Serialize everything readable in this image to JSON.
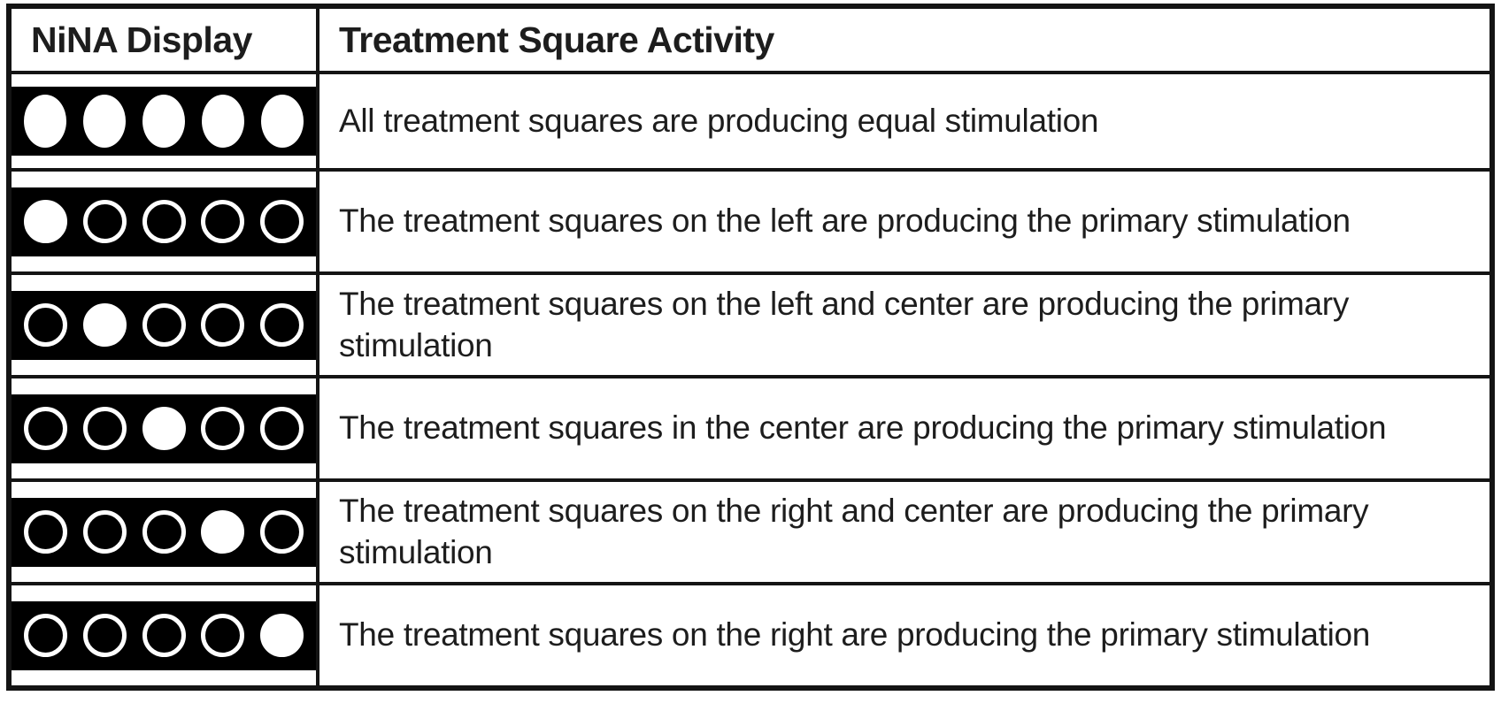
{
  "table": {
    "headers": [
      {
        "label": "NiNA Display"
      },
      {
        "label": "Treatment Square Activity"
      }
    ],
    "rows": [
      {
        "display_circles": [
          "filled",
          "filled",
          "filled",
          "filled",
          "filled"
        ],
        "activity": "All treatment squares are producing equal stimulation"
      },
      {
        "display_circles": [
          "filled",
          "outline",
          "outline",
          "outline",
          "outline"
        ],
        "activity": "The treatment squares on the left are producing the primary stimulation"
      },
      {
        "display_circles": [
          "outline",
          "filled",
          "outline",
          "outline",
          "outline"
        ],
        "activity": "The treatment squares on the left and center are producing the primary stimulation"
      },
      {
        "display_circles": [
          "outline",
          "outline",
          "filled",
          "outline",
          "outline"
        ],
        "activity": "The treatment squares in the center are producing the primary stimulation"
      },
      {
        "display_circles": [
          "outline",
          "outline",
          "outline",
          "filled",
          "outline"
        ],
        "activity": "The treatment squares on the right and center are producing the primary stimulation"
      },
      {
        "display_circles": [
          "outline",
          "outline",
          "outline",
          "outline",
          "filled"
        ],
        "activity": "The treatment squares on the right are producing the primary stimulation"
      }
    ]
  },
  "colors": {
    "bar_background": "#000000",
    "circle": "#ffffff",
    "border": "#141414",
    "text": "#1d1d1d",
    "page_background": "#ffffff"
  }
}
